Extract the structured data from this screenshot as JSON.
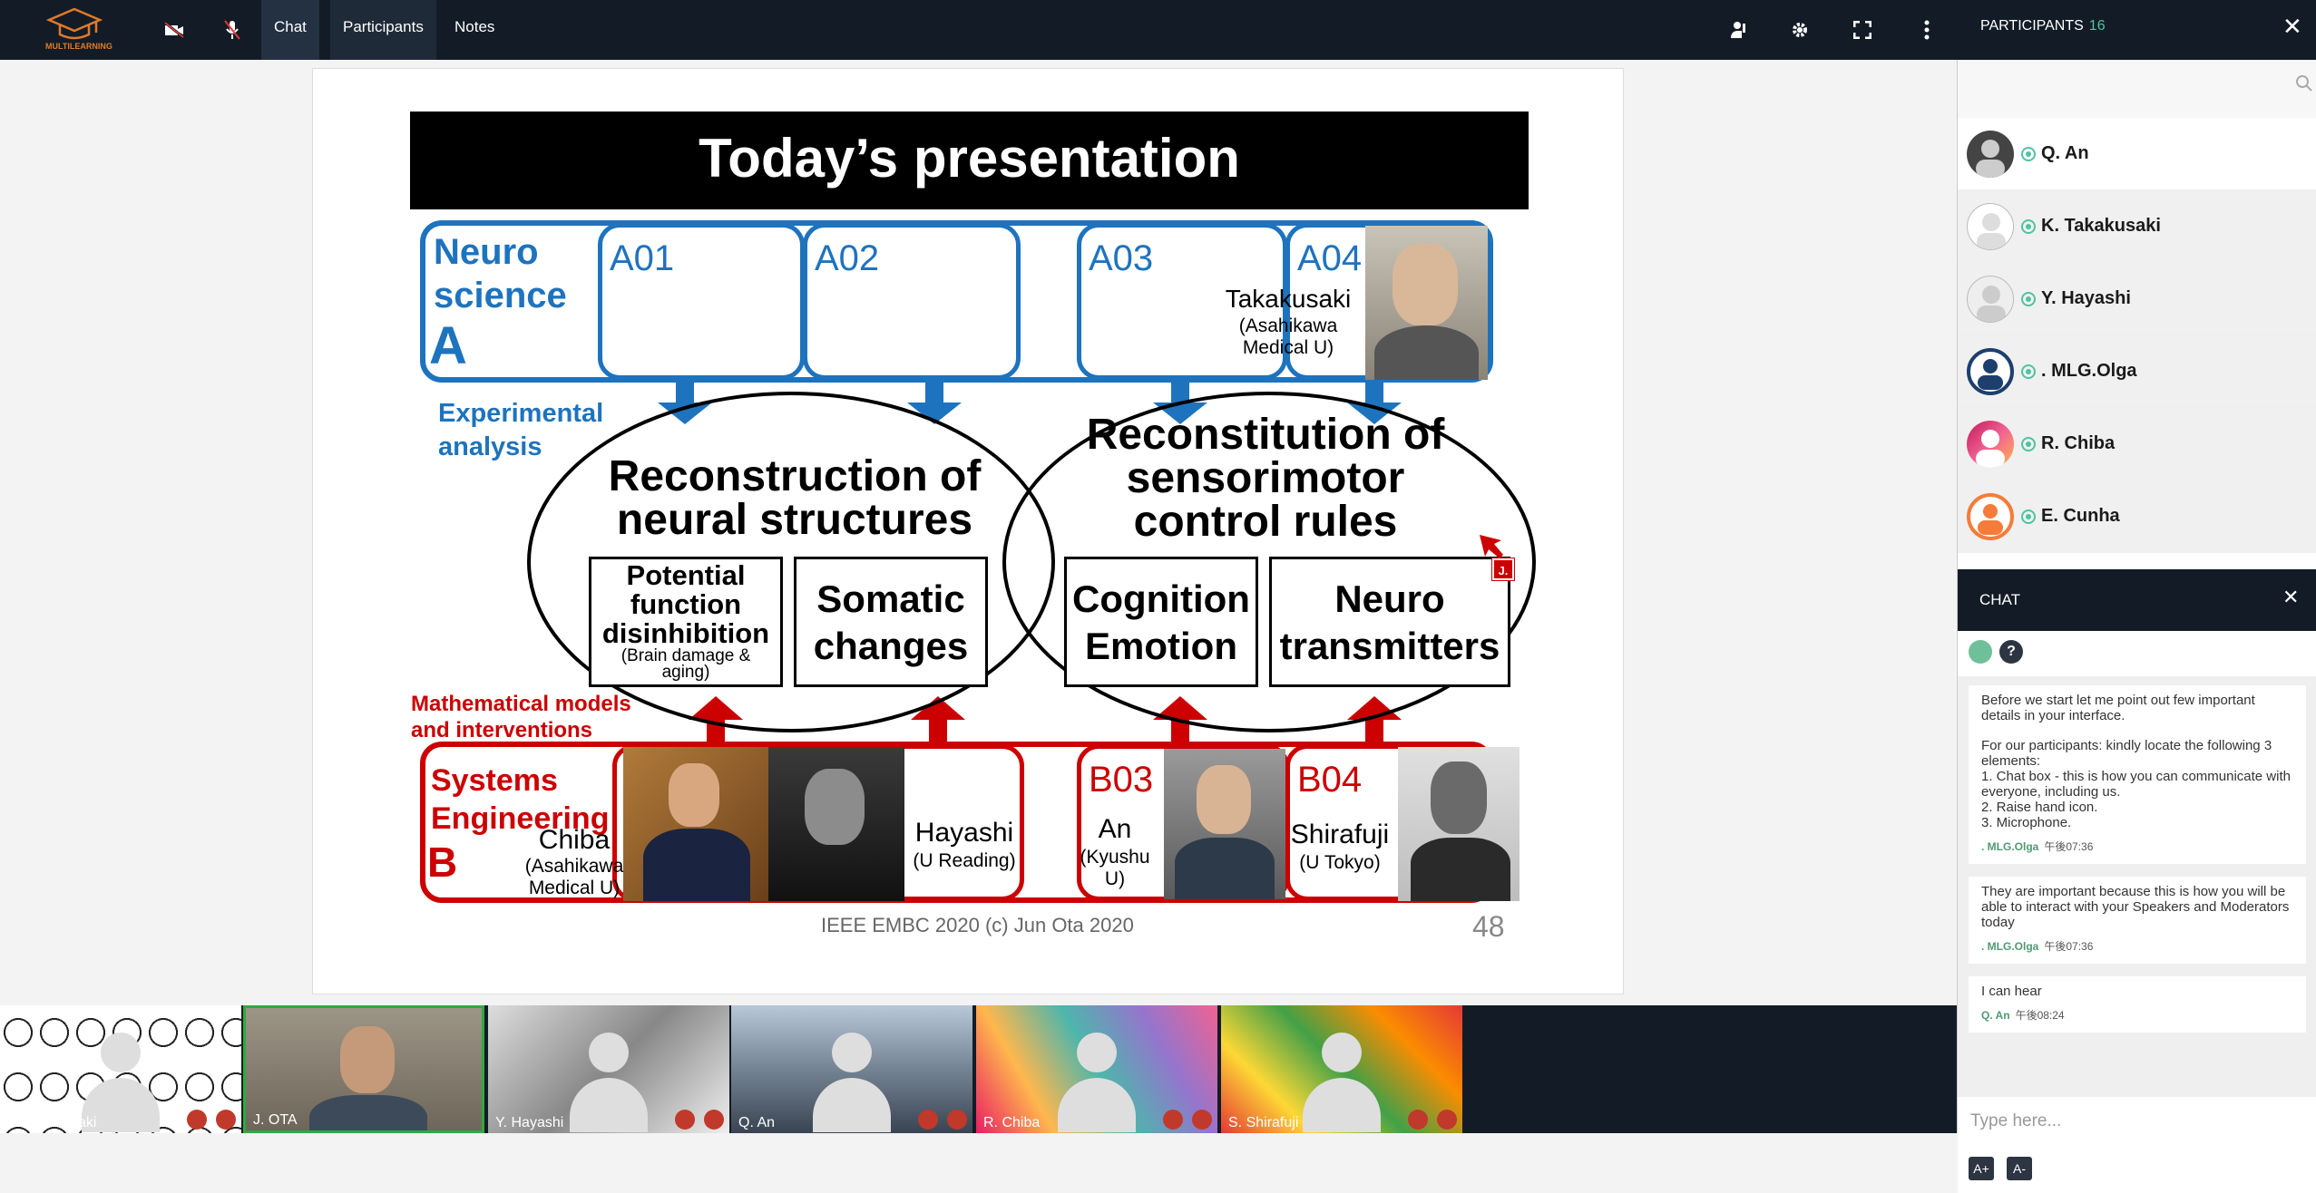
{
  "app": {
    "logo_text": "MULTILEARNING"
  },
  "topbar": {
    "tabs": [
      "Chat",
      "Participants",
      "Notes"
    ],
    "participants_title": "PARTICIPANTS",
    "participants_count": "16"
  },
  "slide": {
    "title": "Today’s presentation",
    "neuro_label_1": "Neuro",
    "neuro_label_2": "science",
    "neuro_letter": "A",
    "a_codes": [
      "A01",
      "A02",
      "A03",
      "A04"
    ],
    "takakusaki_name": "Takakusaki",
    "takakusaki_aff_1": "(Asahikawa",
    "takakusaki_aff_2": "Medical U)",
    "experimental_1": "Experimental",
    "experimental_2": "analysis",
    "recon_1": "Reconstruction of",
    "recon_2": "neural structures",
    "reconst_1": "Reconstitution of",
    "reconst_2": "sensorimotor",
    "reconst_3": "control rules",
    "potential_1": "Potential",
    "potential_2": "function",
    "potential_3": "disinhibition",
    "potential_4": "(Brain damage &",
    "potential_5": "aging)",
    "somatic_1": "Somatic",
    "somatic_2": "changes",
    "cognition_1": "Cognition",
    "cognition_2": "Emotion",
    "neurotrans_1": "Neuro",
    "neurotrans_2": "transmitters",
    "math_1": "Mathematical models",
    "math_2": "and interventions",
    "systems_1": "Systems",
    "systems_2": "Engineering",
    "systems_letter": "B",
    "chiba_name": "Chiba",
    "chiba_aff_1": "(Asahikawa",
    "chiba_aff_2": "Medical U)",
    "hayashi_name": "Hayashi",
    "hayashi_aff": "(U Reading)",
    "b03": "B03",
    "an_name": "An",
    "an_aff_1": "(Kyushu",
    "an_aff_2": "U)",
    "b04": "B04",
    "shirafuji_name": "Shirafuji",
    "shirafuji_aff": "(U Tokyo)",
    "pointer_label": "J.",
    "footer": "IEEE EMBC 2020 (c) Jun Ota 2020",
    "page": "48"
  },
  "participants": [
    {
      "name": "Q. An"
    },
    {
      "name": "K. Takakusaki"
    },
    {
      "name": "Y. Hayashi"
    },
    {
      "name": ". MLG.Olga"
    },
    {
      "name": "R. Chiba"
    },
    {
      "name": "E. Cunha"
    }
  ],
  "chat": {
    "title": "CHAT",
    "help": "?",
    "messages": [
      {
        "text": "Before we start let me point out few important details in your interface.",
        "text2": "For our participants: kindly locate the following 3 elements:",
        "text3": "1. Chat box - this is how you can communicate with everyone, including us.",
        "text4": "2. Raise hand icon.",
        "text5": "3. Microphone.",
        "sender": ". MLG.Olga",
        "time": "午後07:36"
      },
      {
        "text": "They are important because this is how you will be able to interact with your Speakers and Moderators today",
        "sender": ". MLG.Olga",
        "time": "午後07:36"
      },
      {
        "text": "I can hear",
        "sender": "Q. An",
        "time": "午後08:24"
      }
    ],
    "input_placeholder": "Type here...",
    "font_up": "A+",
    "font_down": "A-"
  },
  "video_strip": [
    {
      "label": "K. Takakusaki",
      "bg": "pattern-ovals"
    },
    {
      "label": "J. OTA",
      "bg": "camera"
    },
    {
      "label": "Y. Hayashi",
      "bg": "paper"
    },
    {
      "label": "Q. An",
      "bg": "city"
    },
    {
      "label": "R. Chiba",
      "bg": "triangles"
    },
    {
      "label": "S. Shirafuji",
      "bg": "puzzle"
    }
  ]
}
